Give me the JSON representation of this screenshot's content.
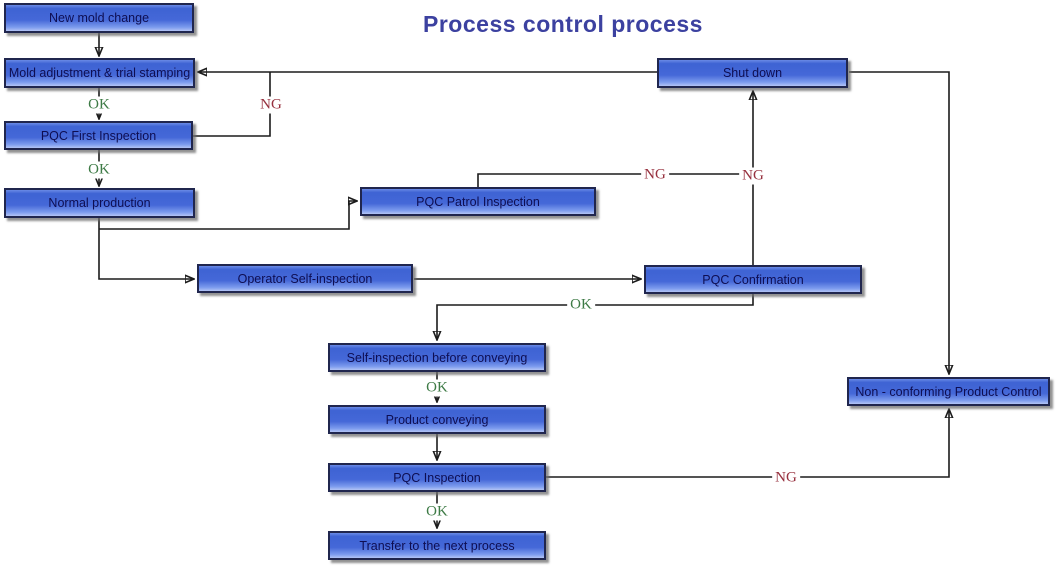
{
  "title": "Process control process",
  "colors": {
    "title": "#3c41a0",
    "box_top": "#3e63d3",
    "box_bottom": "#b3c4f5",
    "box_border": "#20264e",
    "box_text": "#0e0e52",
    "ok": "#3e7b46",
    "ng": "#97313f",
    "line": "#1c1c1c"
  },
  "nodes": [
    {
      "id": "new-mold-change",
      "label": "New mold change"
    },
    {
      "id": "mold-adjustment",
      "label": "Mold adjustment & trial stamping"
    },
    {
      "id": "pqc-first-inspection",
      "label": "PQC First Inspection"
    },
    {
      "id": "normal-production",
      "label": "Normal production"
    },
    {
      "id": "pqc-patrol-inspection",
      "label": "PQC Patrol Inspection"
    },
    {
      "id": "operator-self-inspection",
      "label": "Operator Self-inspection"
    },
    {
      "id": "pqc-confirmation",
      "label": "PQC Confirmation"
    },
    {
      "id": "shut-down",
      "label": "Shut down"
    },
    {
      "id": "self-inspection-before-conveying",
      "label": "Self-inspection before conveying"
    },
    {
      "id": "product-conveying",
      "label": "Product conveying"
    },
    {
      "id": "pqc-inspection",
      "label": "PQC Inspection"
    },
    {
      "id": "transfer-next-process",
      "label": "Transfer to the next process"
    },
    {
      "id": "non-conforming",
      "label": "Non - conforming Product Control"
    }
  ],
  "edge_labels": [
    {
      "text": "OK",
      "type": "ok"
    },
    {
      "text": "NG",
      "type": "ng"
    },
    {
      "text": "OK",
      "type": "ok"
    },
    {
      "text": "NG",
      "type": "ng"
    },
    {
      "text": "NG",
      "type": "ng"
    },
    {
      "text": "OK",
      "type": "ok"
    },
    {
      "text": "OK",
      "type": "ok"
    },
    {
      "text": "OK",
      "type": "ok"
    },
    {
      "text": "NG",
      "type": "ng"
    }
  ]
}
